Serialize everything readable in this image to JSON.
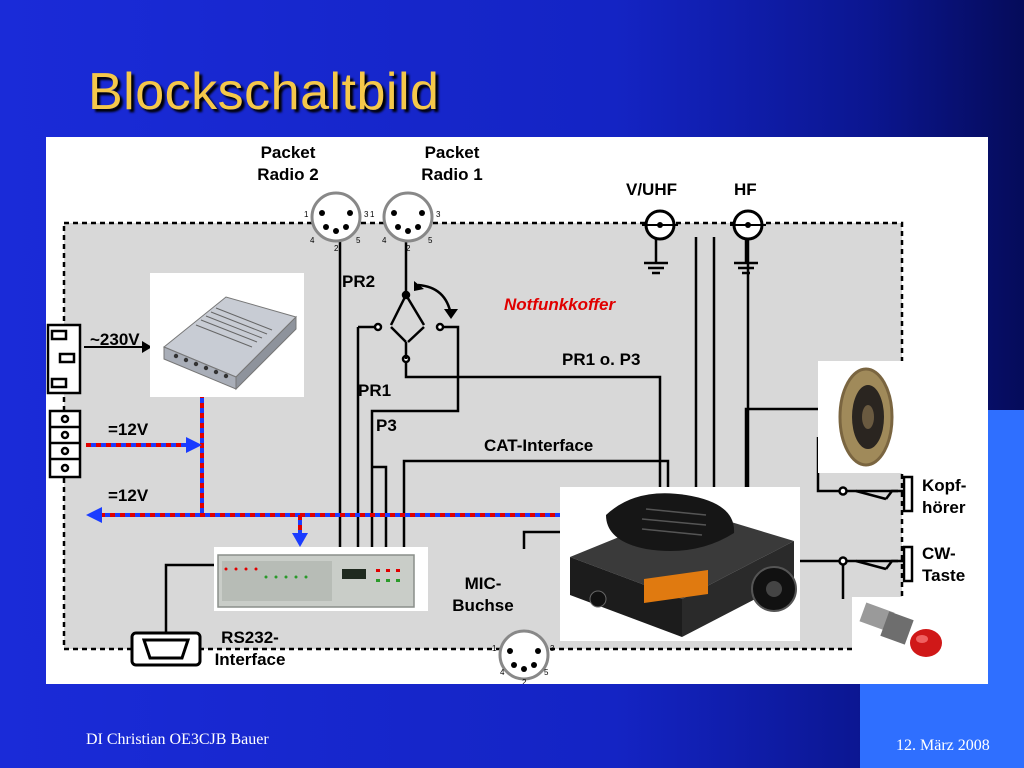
{
  "slide": {
    "title": "Blockschaltbild",
    "footer_left": "DI Christian OE3CJB Bauer",
    "footer_right": "12. März 2008"
  },
  "diagram": {
    "packet_radio_2": "Packet\nRadio 2",
    "packet_radio_1": "Packet\nRadio 1",
    "vuhf": "V/UHF",
    "hf": "HF",
    "pr2": "PR2",
    "pr1": "PR1",
    "p3": "P3",
    "notfunkkoffer": "Notfunkkoffer",
    "pr1_o_p3": "PR1 o. P3",
    "cat_interface": "CAT-Interface",
    "v230": "~230V",
    "v12_a": "=12V",
    "v12_b": "=12V",
    "mic_buchse": "MIC-\nBuchse",
    "rs232_interface": "RS232-\nInterface",
    "kopfhoerer": "Kopf-\nhörer",
    "cw_taste": "CW-\nTaste",
    "din_pins_left": [
      "1",
      "3",
      "4",
      "5",
      "2"
    ],
    "din_pins_right": [
      "1",
      "3",
      "4",
      "5",
      "2"
    ],
    "din_pins_mic": [
      "1",
      "3",
      "4",
      "5",
      "2"
    ]
  },
  "colors": {
    "title": "#f5c84a",
    "power_red": "#e00000",
    "power_blue": "#1a3cff",
    "box_fill": "#d8d8d8",
    "label_red": "#e00000"
  }
}
